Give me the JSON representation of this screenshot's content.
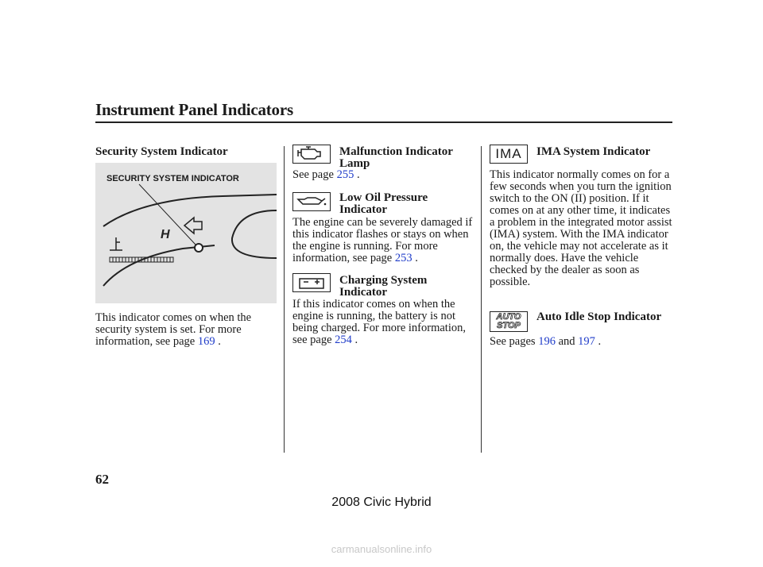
{
  "page": {
    "title": "Instrument Panel Indicators",
    "page_number": "62",
    "footer": "2008  Civic  Hybrid",
    "watermark": "carmanualsonline.info"
  },
  "col1": {
    "heading": "Security System Indicator",
    "figure_label": "SECURITY SYSTEM INDICATOR",
    "text": "This indicator comes on when the security system is set. For more information, see page",
    "page_ref": "169"
  },
  "col2": {
    "mil": {
      "heading_line1": "Malfunction Indicator",
      "heading_line2": "Lamp",
      "text": "See page",
      "page_ref": "255"
    },
    "oil": {
      "heading_line1": "Low Oil Pressure",
      "heading_line2": "Indicator",
      "text": "The engine can be severely damaged if this indicator flashes or stays on when the engine is running. For more information, see page",
      "page_ref": "253"
    },
    "charging": {
      "heading_line1": "Charging System",
      "heading_line2": "Indicator",
      "text": "If this indicator comes on when the engine is running, the battery is not being charged. For more information, see page",
      "page_ref": "254"
    }
  },
  "col3": {
    "ima": {
      "icon_text": "IMA",
      "heading": "IMA System Indicator",
      "text": "This indicator normally comes on for a few seconds when you turn the ignition switch to the ON (II) position. If it comes on at any other time, it indicates a problem in the integrated motor assist (IMA) system. With the IMA indicator on, the vehicle may not accelerate as it normally does. Have the vehicle checked by the dealer as soon as possible."
    },
    "autostop": {
      "icon_line1": "AUTO",
      "icon_line2": "STOP",
      "heading": "Auto Idle Stop Indicator",
      "text_prefix": "See pages",
      "page_ref1": "196",
      "conj": "and",
      "page_ref2": "197"
    }
  },
  "colors": {
    "link": "#1f3cc9",
    "text": "#1a1a1a",
    "figure_bg": "#e3e3e3"
  }
}
